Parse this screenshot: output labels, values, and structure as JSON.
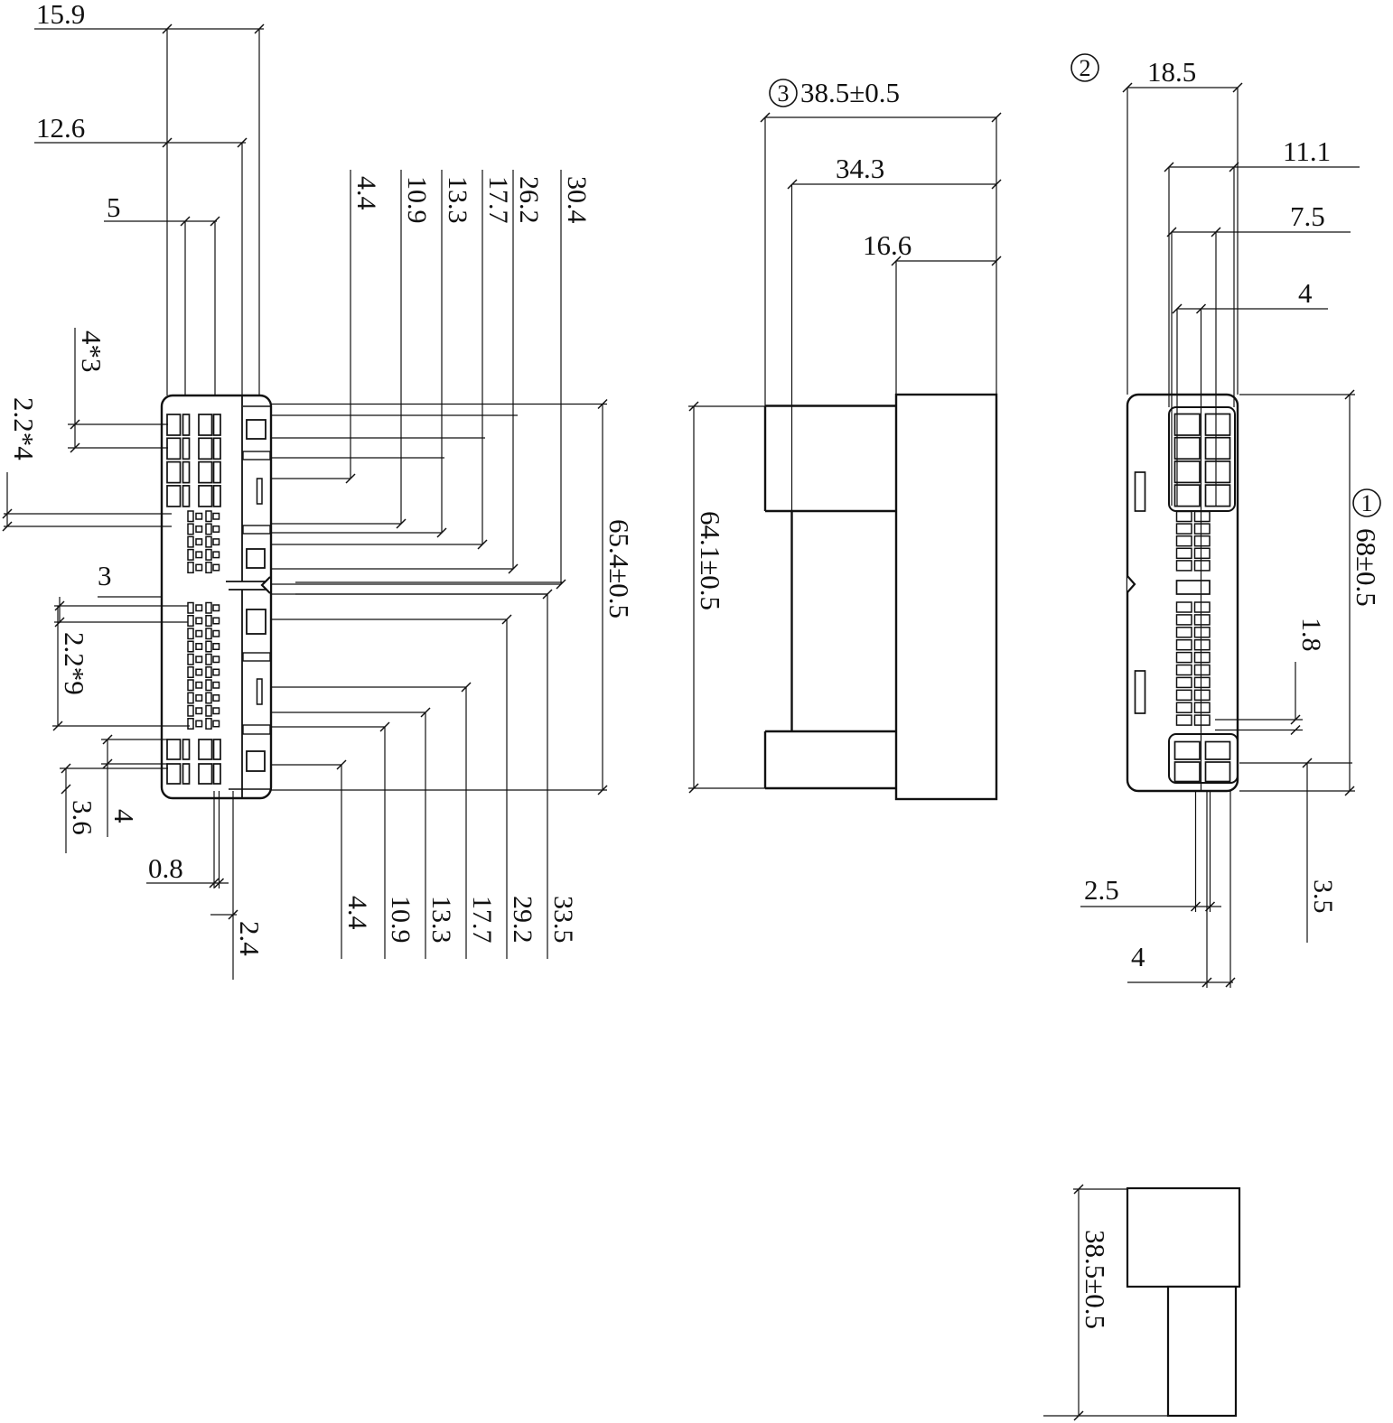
{
  "title": "connector-engineering-drawing",
  "colors": {
    "background": "#ffffff",
    "ink": "#111111"
  },
  "views": {
    "front": {
      "dim_15_9": "15.9",
      "dim_12_6": "12.6",
      "dim_5": "5",
      "dim_4x3": "4*3",
      "dim_2_2x4": "2.2*4",
      "dim_3": "3",
      "dim_2_2x9": "2.2*9",
      "dim_3_6": "3.6",
      "dim_4": "4",
      "dim_0_8": "0.8",
      "dim_2_4": "2.4",
      "dim_height": "65.4±0.5",
      "labels_top": [
        "4.4",
        "10.9",
        "13.3",
        "17.7",
        "26.2",
        "30.4"
      ],
      "labels_bottom": [
        "4.4",
        "10.9",
        "13.3",
        "17.7",
        "29.2",
        "33.5"
      ],
      "pin_grid": {
        "large_top_rows": 4,
        "small_top_rows": 5,
        "small_bottom_rows": 10,
        "large_bottom_rows": 2
      }
    },
    "side": {
      "marker": "3",
      "dim_width": "38.5±0.5",
      "dim_34_3": "34.3",
      "dim_16_6": "16.6",
      "dim_height": "64.1±0.5"
    },
    "end": {
      "marker": "2",
      "dim_18_5": "18.5",
      "dim_11_1": "11.1",
      "dim_7_5": "7.5",
      "dim_4_top": "4",
      "height_marker": "1",
      "dim_height": "68±0.5",
      "dim_1_8": "1.8",
      "dim_2_5": "2.5",
      "dim_4_bottom": "4",
      "dim_3_5": "3.5",
      "pin_grid": {
        "large_top_rows": 4,
        "small_top_rows": 5,
        "small_bottom_rows": 10,
        "large_bottom_rows": 2
      }
    },
    "bottom": {
      "dim_height": "38.5±0.5"
    }
  }
}
